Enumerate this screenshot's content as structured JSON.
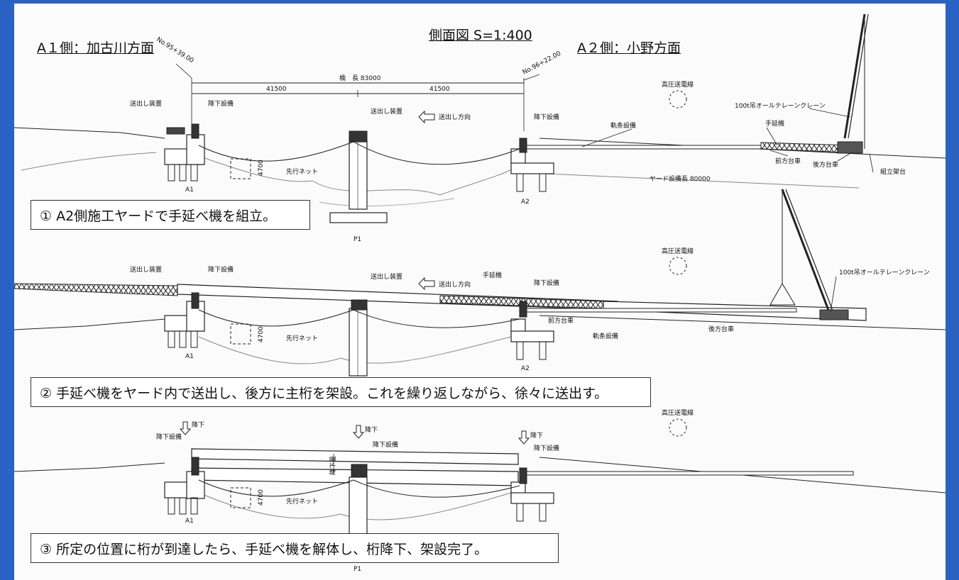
{
  "header": {
    "left": "A１側：加古川方面",
    "title": "側面図 S=1:400",
    "right": "A２側：小野方面"
  },
  "stations": {
    "a1": "No.95+39.00",
    "a2": "No.96+22.00"
  },
  "dims": {
    "bridge_length": "橋　長 83000",
    "span1": "41500",
    "span2": "41500",
    "yard_length": "ヤード設備長 80000",
    "net_depth": "4700"
  },
  "labels": {
    "launch_device": "送出し装置",
    "lowering_equipment": "降下設備",
    "launch_direction": "送出し方向",
    "rail_equipment": "軌条設備",
    "launch_nose": "手延機",
    "front_bogie": "前方台車",
    "rear_bogie": "後方台車",
    "assembly_stand": "組立架台",
    "crane": "100t吊オールテレーンクレーン",
    "power_line": "高圧送電線",
    "safety_net": "先行ネット",
    "lowering": "降下",
    "lowering_amount": "降下量"
  },
  "supports": {
    "a1": "A1",
    "a2": "A2",
    "p1": "P1"
  },
  "steps": [
    "① A2側施工ヤードで手延べ機を組立。",
    "② 手延べ機をヤード内で送出し、後方に主桁を架設。これを繰り返しながら、徐々に送出す。",
    "③ 所定の位置に桁が到達したら、手延べ機を解体し、桁降下、架設完了。"
  ]
}
